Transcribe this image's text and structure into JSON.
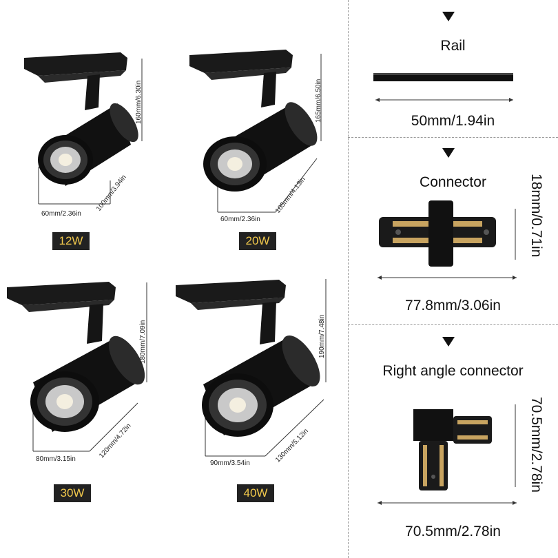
{
  "lamps": [
    {
      "watt": "12W",
      "height": "160mm/6.30in",
      "depth": "100mm/3.94in",
      "width": "60mm/2.36in"
    },
    {
      "watt": "20W",
      "height": "165mm/6.50in",
      "depth": "105mm/4.13in",
      "width": "60mm/2.36in"
    },
    {
      "watt": "30W",
      "height": "180mm/7.09in",
      "depth": "120mm/4.72in",
      "width": "80mm/3.15in"
    },
    {
      "watt": "40W",
      "height": "190mm/7.48in",
      "depth": "130mm/5.12in",
      "width": "90mm/3.54in"
    }
  ],
  "panels": {
    "rail": {
      "title": "Rail",
      "length": "50mm/1.94in"
    },
    "connector": {
      "title": "Connector",
      "length": "77.8mm/3.06in",
      "height": "18mm/0.71in"
    },
    "right_angle": {
      "title": "Right angle connector",
      "length": "70.5mm/2.78in",
      "height": "70.5mm/2.78in"
    }
  },
  "colors": {
    "badge_bg": "#222222",
    "badge_text": "#f2c94c",
    "lamp_body": "#111111"
  }
}
